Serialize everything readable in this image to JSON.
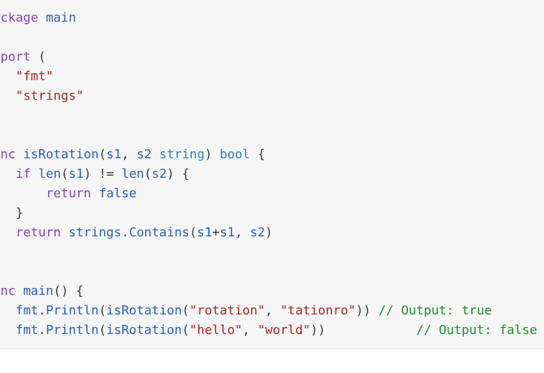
{
  "editor": {
    "language": "go",
    "colors": {
      "background": "#f6f6f7",
      "keyword": "#8b3fb8",
      "function": "#2a5fb0",
      "string": "#a4271d",
      "type": "#2d7fb5",
      "literal": "#1f5fc9",
      "comment": "#1e8e2e",
      "text": "#383a42"
    },
    "lines": [
      [
        {
          "t": "package ",
          "k": "kw"
        },
        {
          "t": "main",
          "k": "fn"
        }
      ],
      [],
      [
        {
          "t": "import ",
          "k": "kw"
        },
        {
          "t": "(",
          "k": "pun"
        }
      ],
      [
        {
          "t": "    ",
          "k": "pun"
        },
        {
          "t": "\"fmt\"",
          "k": "str"
        }
      ],
      [
        {
          "t": "    ",
          "k": "pun"
        },
        {
          "t": "\"strings\"",
          "k": "str"
        }
      ],
      [
        {
          "t": ")",
          "k": "pun"
        }
      ],
      [],
      [
        {
          "t": "func ",
          "k": "kw"
        },
        {
          "t": "isRotation",
          "k": "fn"
        },
        {
          "t": "(",
          "k": "pun"
        },
        {
          "t": "s1",
          "k": "fn"
        },
        {
          "t": ", ",
          "k": "pun"
        },
        {
          "t": "s2",
          "k": "fn"
        },
        {
          "t": " ",
          "k": "pun"
        },
        {
          "t": "string",
          "k": "type"
        },
        {
          "t": ") ",
          "k": "pun"
        },
        {
          "t": "bool",
          "k": "type"
        },
        {
          "t": " {",
          "k": "pun"
        }
      ],
      [
        {
          "t": "    ",
          "k": "pun"
        },
        {
          "t": "if",
          "k": "kw"
        },
        {
          "t": " ",
          "k": "pun"
        },
        {
          "t": "len",
          "k": "fn"
        },
        {
          "t": "(",
          "k": "pun"
        },
        {
          "t": "s1",
          "k": "fn"
        },
        {
          "t": ") != ",
          "k": "pun"
        },
        {
          "t": "len",
          "k": "fn"
        },
        {
          "t": "(",
          "k": "pun"
        },
        {
          "t": "s2",
          "k": "fn"
        },
        {
          "t": ") {",
          "k": "pun"
        }
      ],
      [
        {
          "t": "        ",
          "k": "pun"
        },
        {
          "t": "return",
          "k": "kw"
        },
        {
          "t": " ",
          "k": "pun"
        },
        {
          "t": "false",
          "k": "lit"
        }
      ],
      [
        {
          "t": "    }",
          "k": "pun"
        }
      ],
      [
        {
          "t": "    ",
          "k": "pun"
        },
        {
          "t": "return",
          "k": "kw"
        },
        {
          "t": " ",
          "k": "pun"
        },
        {
          "t": "strings",
          "k": "fn"
        },
        {
          "t": ".",
          "k": "pun"
        },
        {
          "t": "Contains",
          "k": "fn"
        },
        {
          "t": "(",
          "k": "pun"
        },
        {
          "t": "s1",
          "k": "fn"
        },
        {
          "t": "+",
          "k": "pun"
        },
        {
          "t": "s1",
          "k": "fn"
        },
        {
          "t": ", ",
          "k": "pun"
        },
        {
          "t": "s2",
          "k": "fn"
        },
        {
          "t": ")",
          "k": "pun"
        }
      ],
      [
        {
          "t": "}",
          "k": "pun"
        }
      ],
      [],
      [
        {
          "t": "func ",
          "k": "kw"
        },
        {
          "t": "main",
          "k": "fn"
        },
        {
          "t": "() {",
          "k": "pun"
        }
      ],
      [
        {
          "t": "    ",
          "k": "pun"
        },
        {
          "t": "fmt",
          "k": "fn"
        },
        {
          "t": ".",
          "k": "pun"
        },
        {
          "t": "Println",
          "k": "fn"
        },
        {
          "t": "(",
          "k": "pun"
        },
        {
          "t": "isRotation",
          "k": "fn"
        },
        {
          "t": "(",
          "k": "pun"
        },
        {
          "t": "\"rotation\"",
          "k": "str"
        },
        {
          "t": ", ",
          "k": "pun"
        },
        {
          "t": "\"tationro\"",
          "k": "str"
        },
        {
          "t": ")) ",
          "k": "pun"
        },
        {
          "t": "// Output: true",
          "k": "cmt"
        }
      ],
      [
        {
          "t": "    ",
          "k": "pun"
        },
        {
          "t": "fmt",
          "k": "fn"
        },
        {
          "t": ".",
          "k": "pun"
        },
        {
          "t": "Println",
          "k": "fn"
        },
        {
          "t": "(",
          "k": "pun"
        },
        {
          "t": "isRotation",
          "k": "fn"
        },
        {
          "t": "(",
          "k": "pun"
        },
        {
          "t": "\"hello\"",
          "k": "str"
        },
        {
          "t": ", ",
          "k": "pun"
        },
        {
          "t": "\"world\"",
          "k": "str"
        },
        {
          "t": "))            ",
          "k": "pun"
        },
        {
          "t": "// Output: false",
          "k": "cmt"
        }
      ],
      [
        {
          "t": "}",
          "k": "pun"
        }
      ]
    ]
  }
}
